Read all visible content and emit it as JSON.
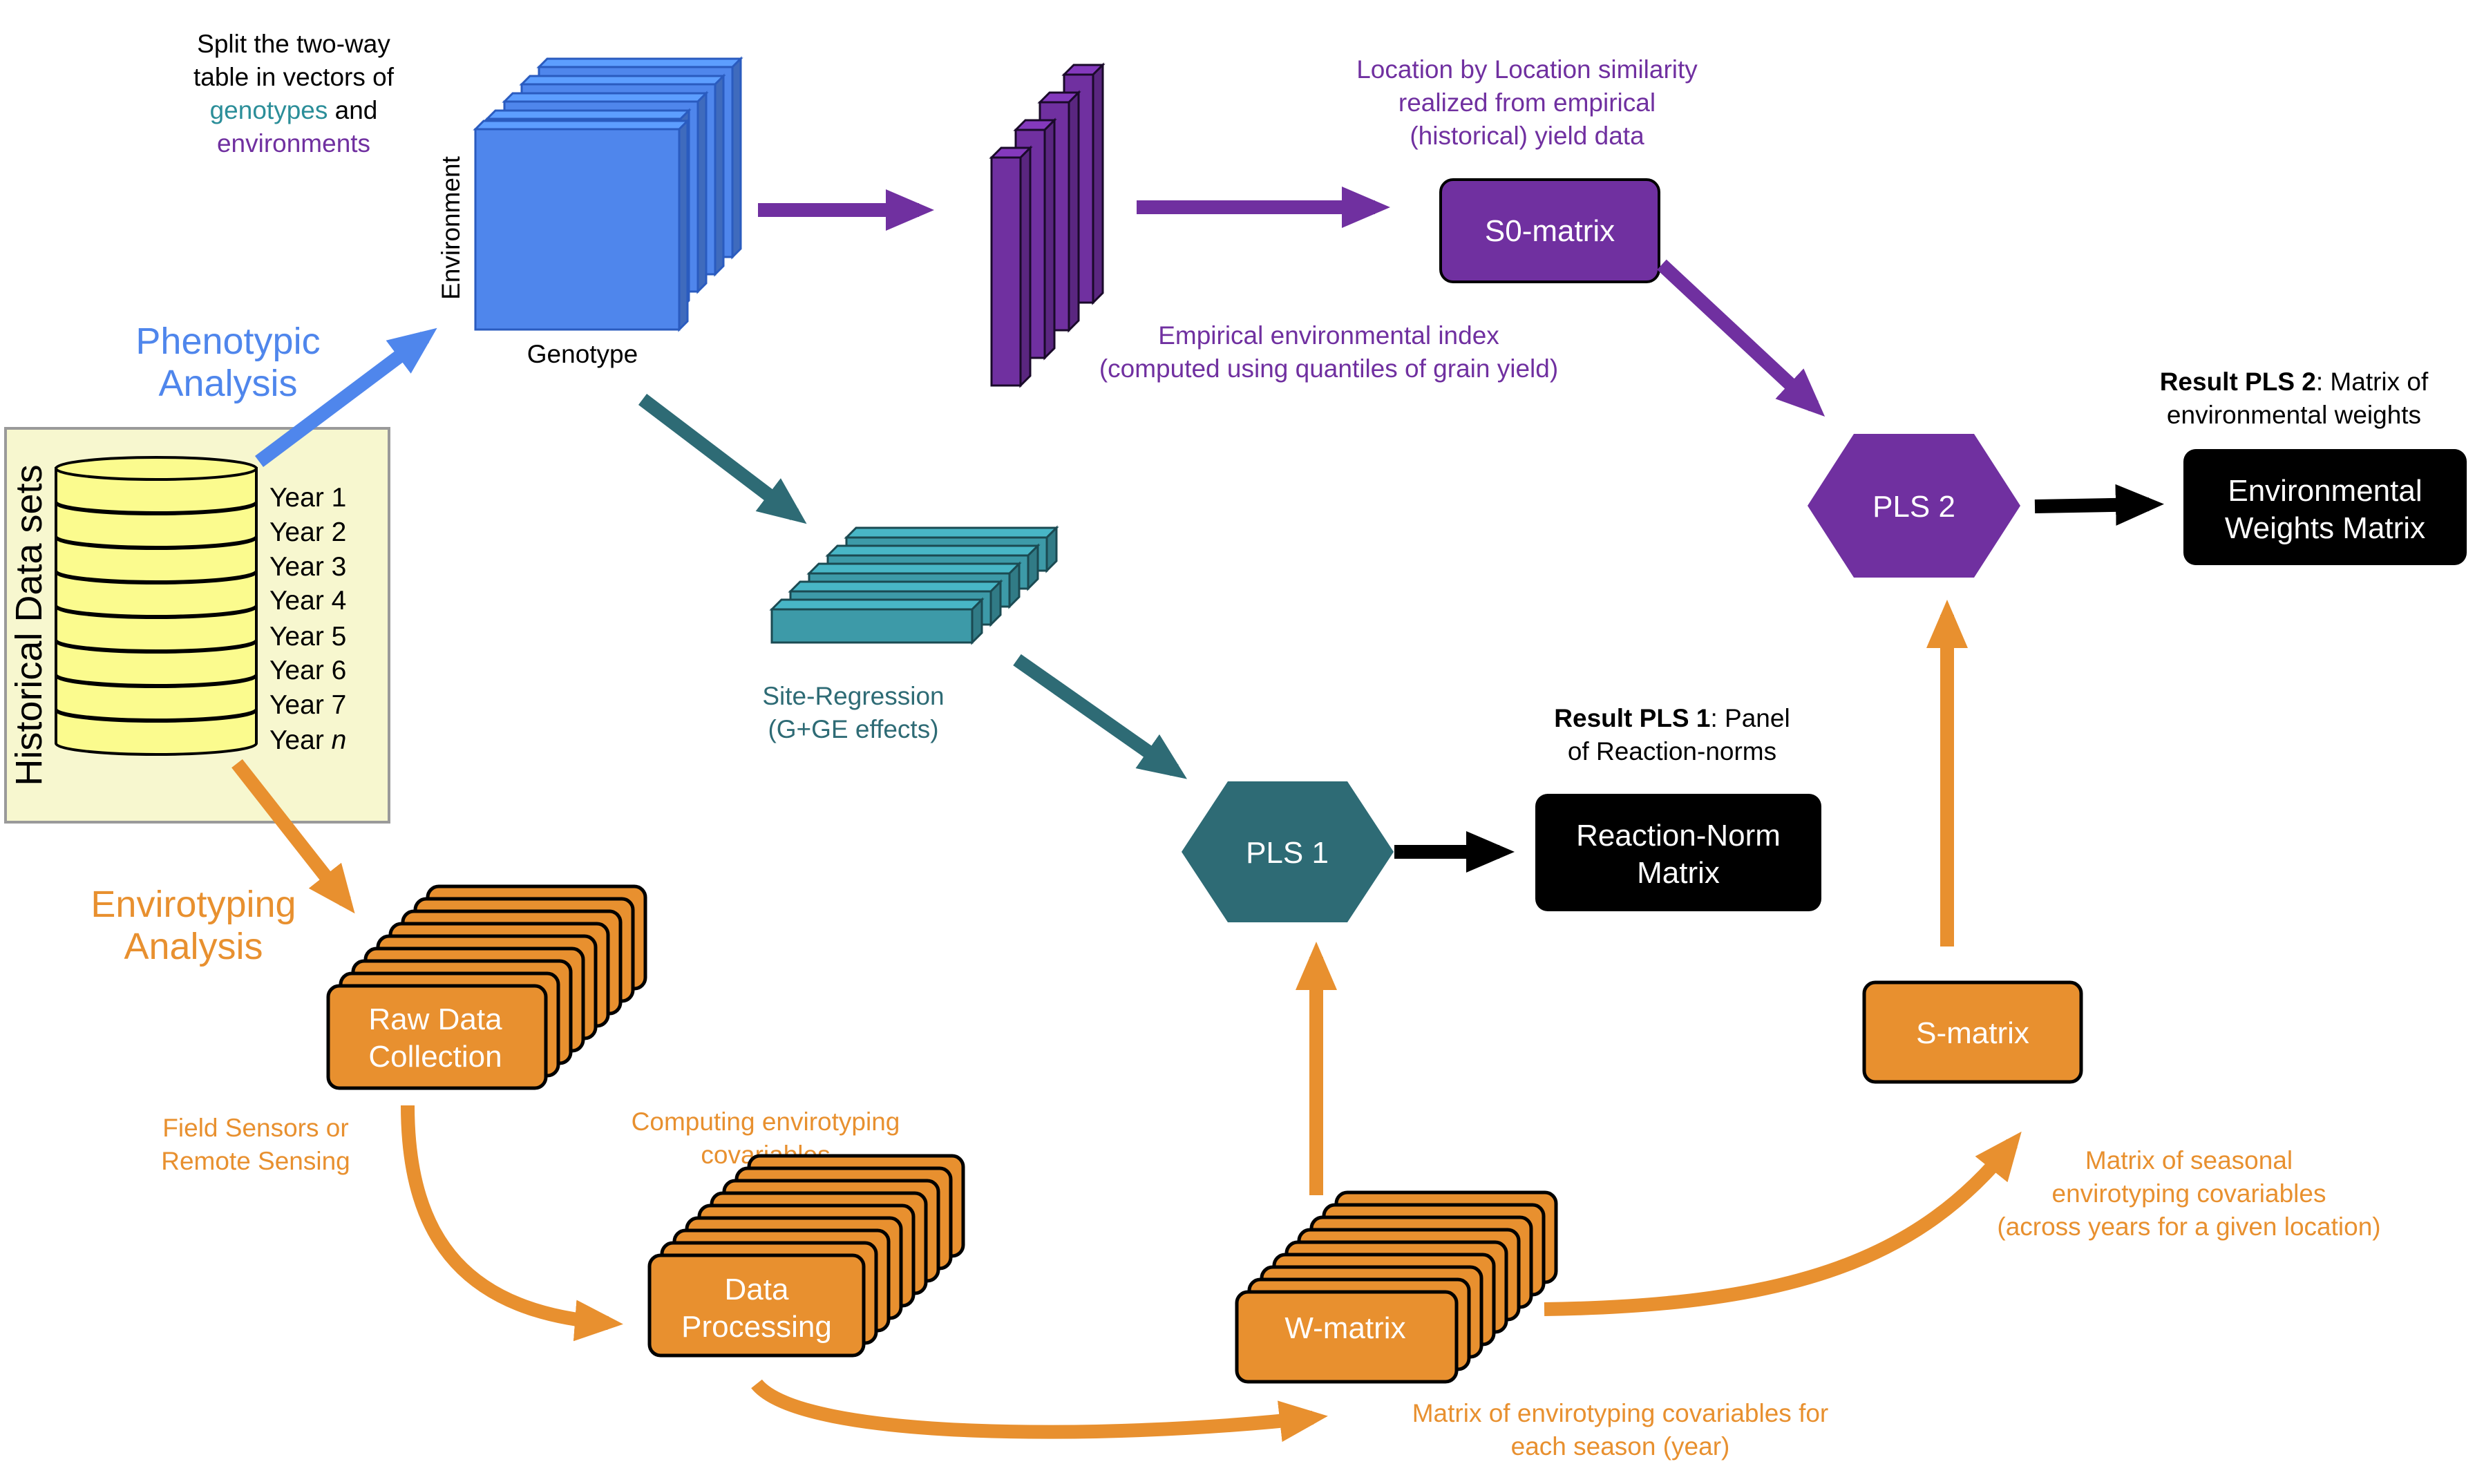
{
  "colors": {
    "blue": "#4f86ec",
    "purple": "#7030a0",
    "teal": "#2e6b75",
    "teal_light": "#3d9aa8",
    "orange": "#e8902f",
    "black": "#000000",
    "yellow_panel": "#f7f7cf",
    "yellow_drum": "#fbfb8e"
  },
  "split_note": {
    "line1": "Split the two-way",
    "line2": "table in vectors of",
    "genotypes": "genotypes",
    "and": "and",
    "environments": "environments"
  },
  "genotype_block": {
    "environment_label": "Environment",
    "genotype_label": "Genotype"
  },
  "phenotypic": {
    "line1": "Phenotypic",
    "line2": "Analysis"
  },
  "historical": {
    "title": "Historical Data sets",
    "years": [
      "Year 1",
      "Year 2",
      "Year 3",
      "Year 4",
      "Year 5",
      "Year 6",
      "Year 7"
    ],
    "year_n_prefix": "Year",
    "year_n_var": "n"
  },
  "envirotyping": {
    "line1": "Envirotyping",
    "line2": "Analysis"
  },
  "location_note": {
    "line1": "Location by Location similarity",
    "line2": "realized from empirical",
    "line3": "(historical) yield data"
  },
  "s0_matrix": {
    "label": "S0-matrix"
  },
  "env_index_note": {
    "line1": "Empirical environmental index",
    "line2": "(computed using quantiles of grain yield)"
  },
  "result_pls2": {
    "bold": "Result PLS 2",
    "rest": ": Matrix of",
    "line2": "environmental weights"
  },
  "pls2": {
    "label": "PLS 2"
  },
  "env_weights": {
    "line1": "Environmental",
    "line2": "Weights Matrix"
  },
  "site_regression": {
    "line1": "Site-Regression",
    "line2": "(G+GE effects)"
  },
  "result_pls1": {
    "bold": "Result PLS 1",
    "rest": ": Panel",
    "line2": "of Reaction-norms"
  },
  "pls1": {
    "label": "PLS 1"
  },
  "reaction_norm": {
    "line1": "Reaction-Norm",
    "line2": "Matrix"
  },
  "raw_data": {
    "line1": "Raw Data",
    "line2": "Collection"
  },
  "field_sensors": {
    "line1": "Field Sensors or",
    "line2": "Remote Sensing"
  },
  "computing_note": {
    "line1": "Computing envirotyping",
    "line2": "covariables"
  },
  "data_processing": {
    "line1": "Data",
    "line2": "Processing"
  },
  "w_matrix": {
    "label": "W-matrix"
  },
  "w_matrix_note": {
    "line1": "Matrix of envirotyping covariables for",
    "line2": "each season (year)"
  },
  "s_matrix": {
    "label": "S-matrix"
  },
  "s_matrix_note": {
    "line1": "Matrix of seasonal",
    "line2": "envirotyping covariables",
    "line3": "(across years for a given location)"
  }
}
